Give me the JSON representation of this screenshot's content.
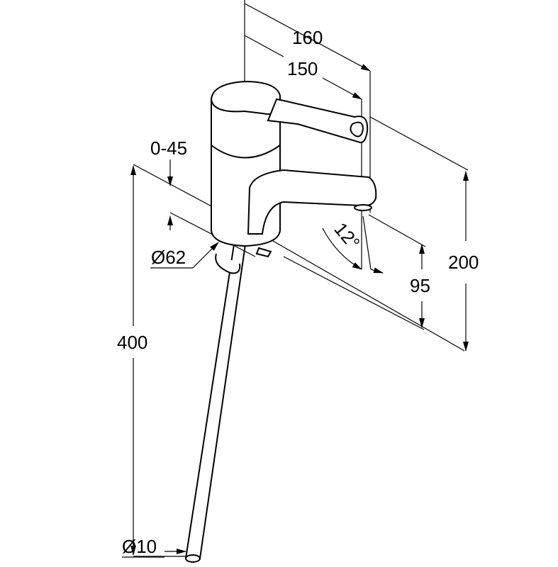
{
  "drawing": {
    "dimensions": {
      "width_total": "160",
      "spout_reach": "150",
      "height_total": "200",
      "spout_height": "95",
      "tail_length": "400",
      "deck_thickness": "0-45",
      "base_diameter": "Ø62",
      "tube_diameter": "Ø10",
      "spout_angle": "12°"
    }
  }
}
